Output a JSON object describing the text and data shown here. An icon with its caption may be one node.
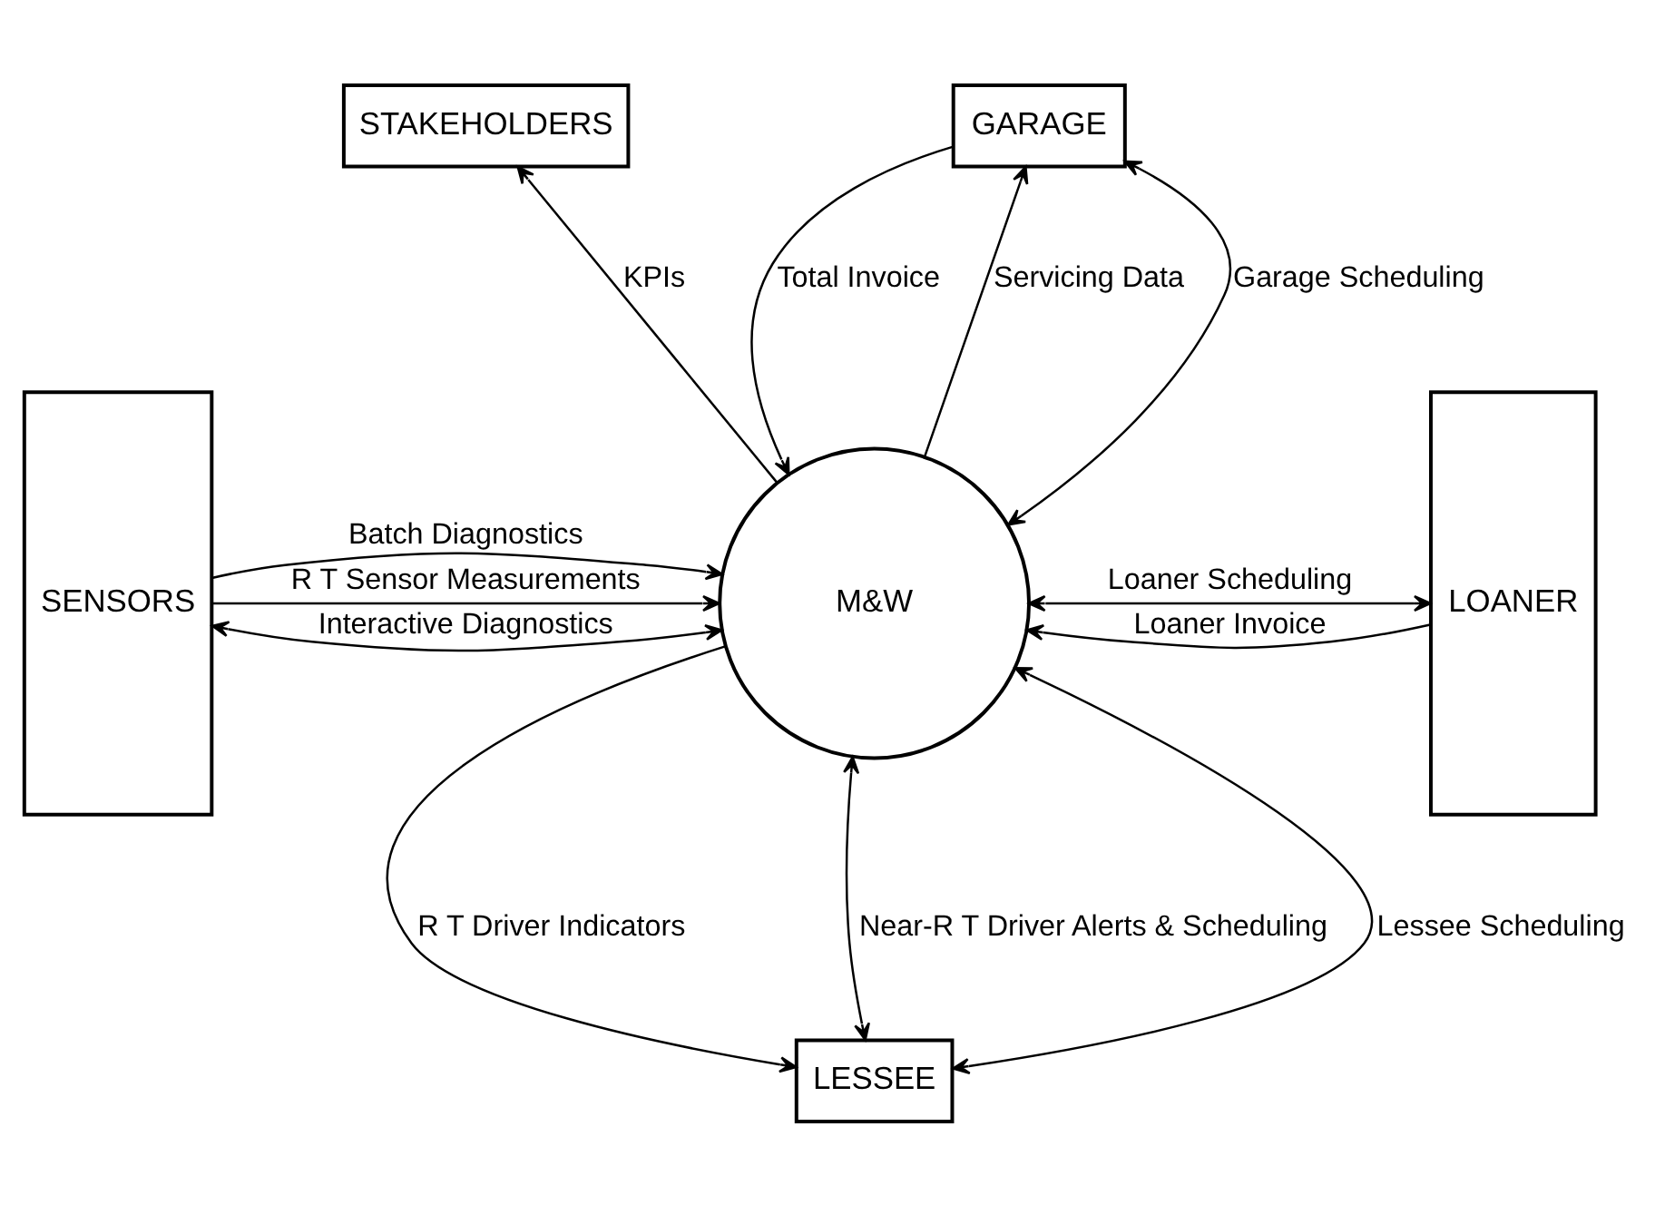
{
  "diagram": {
    "nodes": [
      {
        "text": [
          "STAKEHOLDERS"
        ]
      },
      {
        "text": [
          "GARAGE"
        ]
      },
      {
        "text": [
          "SENSORS"
        ]
      },
      {
        "text": [
          "M&W"
        ]
      },
      {
        "text": [
          "LOANER"
        ]
      },
      {
        "text": [
          "LESSEE"
        ]
      }
    ],
    "edges": [
      {
        "from": 3,
        "to": 0,
        "arrow": "to",
        "label": "KPIs"
      },
      {
        "from": 3,
        "to": 1,
        "arrow": "to",
        "label": "Servicing Data"
      },
      {
        "from": 3,
        "to": 1,
        "arrow": "both",
        "label": "Garage Scheduling"
      },
      {
        "from": 1,
        "to": 3,
        "arrow": "to",
        "label": "Total Invoice"
      },
      {
        "from": 2,
        "to": 3,
        "arrow": "to",
        "label": "Batch Diagnostics"
      },
      {
        "from": 2,
        "to": 3,
        "arrow": "both",
        "label": "Interactive Diagnostics"
      },
      {
        "from": 2,
        "to": 3,
        "arrow": "to",
        "label": "R T Sensor Measurements"
      },
      {
        "from": 3,
        "to": 4,
        "arrow": "both",
        "label": "Loaner Scheduling"
      },
      {
        "from": 4,
        "to": 3,
        "arrow": "to",
        "label": "Loaner Invoice"
      },
      {
        "from": 3,
        "to": 5,
        "arrow": "to",
        "label": "R T Driver Indicators"
      },
      {
        "from": 3,
        "to": 5,
        "arrow": "both",
        "label": "Near-R T Driver Alerts & Scheduling"
      },
      {
        "from": 3,
        "to": 5,
        "arrow": "both",
        "label": "Lessee Scheduling"
      }
    ]
  }
}
